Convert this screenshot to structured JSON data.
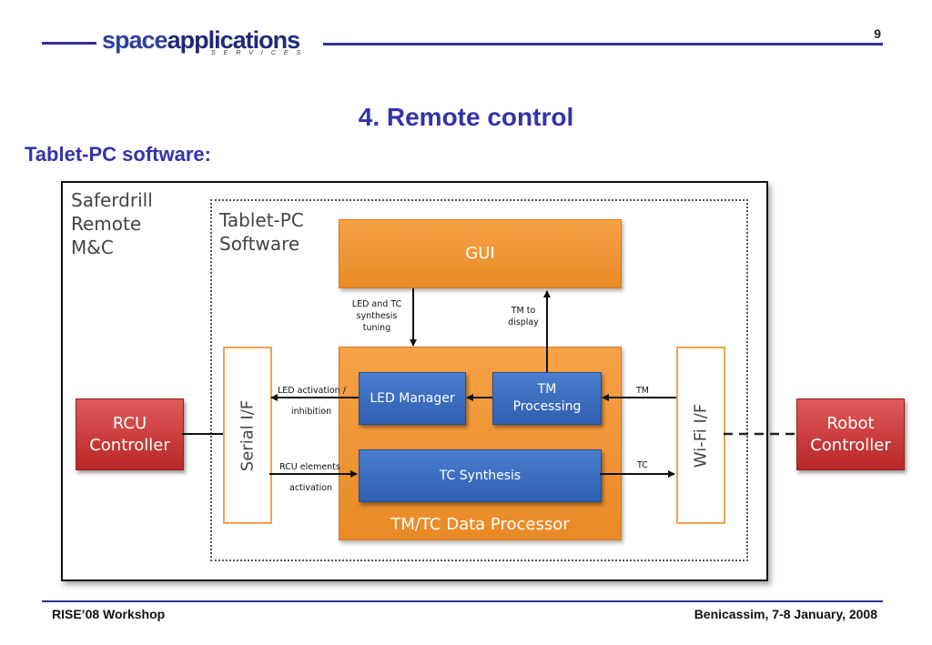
{
  "header": {
    "logo_part1": "space",
    "logo_part2": "applications",
    "logo_services": "SERVICES",
    "page_number": "9"
  },
  "title": "4. Remote control",
  "subtitle": "Tablet-PC software:",
  "diagram": {
    "outer_label": "Saferdrill\nRemote\nM&C",
    "inner_label": "Tablet-PC\nSoftware",
    "gui": "GUI",
    "data_processor": "TM/TC Data Processor",
    "led_manager": "LED Manager",
    "tm_processing": "TM\nProcessing",
    "tc_synthesis": "TC Synthesis",
    "serial_if": "Serial I/F",
    "wifi_if": "Wi-Fi I/F",
    "rcu_controller": "RCU\nController",
    "robot_controller": "Robot\nController",
    "label_led_tc_tuning": "LED and TC\nsynthesis\ntuning",
    "label_tm_display": "TM to\ndisplay",
    "label_led_activation": "LED activation  /",
    "label_inhibition": "inhibition",
    "label_rcu_elements": "RCU elements",
    "label_activation": "activation",
    "label_tm": "TM",
    "label_tc": "TC"
  },
  "colors": {
    "accent_blue": "#3333aa",
    "orange": "#f29a3a",
    "box_blue": "#3a6ec0",
    "red": "#c83030"
  },
  "footer": {
    "left": "RISE’08 Workshop",
    "right": "Benicassim, 7-8 January, 2008"
  }
}
